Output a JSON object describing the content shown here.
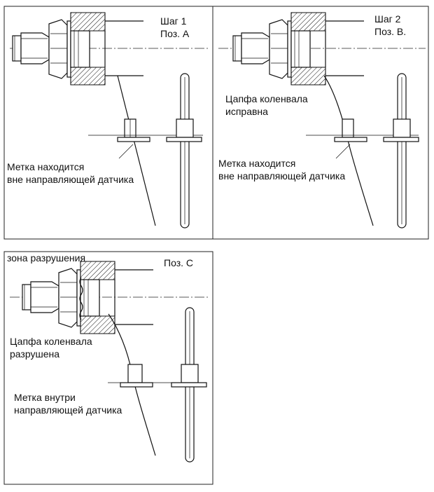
{
  "panels": {
    "step1": {
      "step": "Шаг 1",
      "pos": "Поз. А",
      "mark_line1": "Метка находится",
      "mark_line2": "вне направляющей датчика"
    },
    "step2": {
      "step": "Шаг 2",
      "pos": "Поз. В.",
      "journal_line1": "Цапфа коленвала",
      "journal_line2": "исправна",
      "mark_line1": "Метка находится",
      "mark_line2": "вне направляющей датчика"
    },
    "step3": {
      "zone": "зона разрушения",
      "pos": "Поз. С",
      "journal_line1": "Цапфа коленвала",
      "journal_line2": "разрушена",
      "mark_line1": "Метка внутри",
      "mark_line2": "направляющей датчика"
    }
  }
}
